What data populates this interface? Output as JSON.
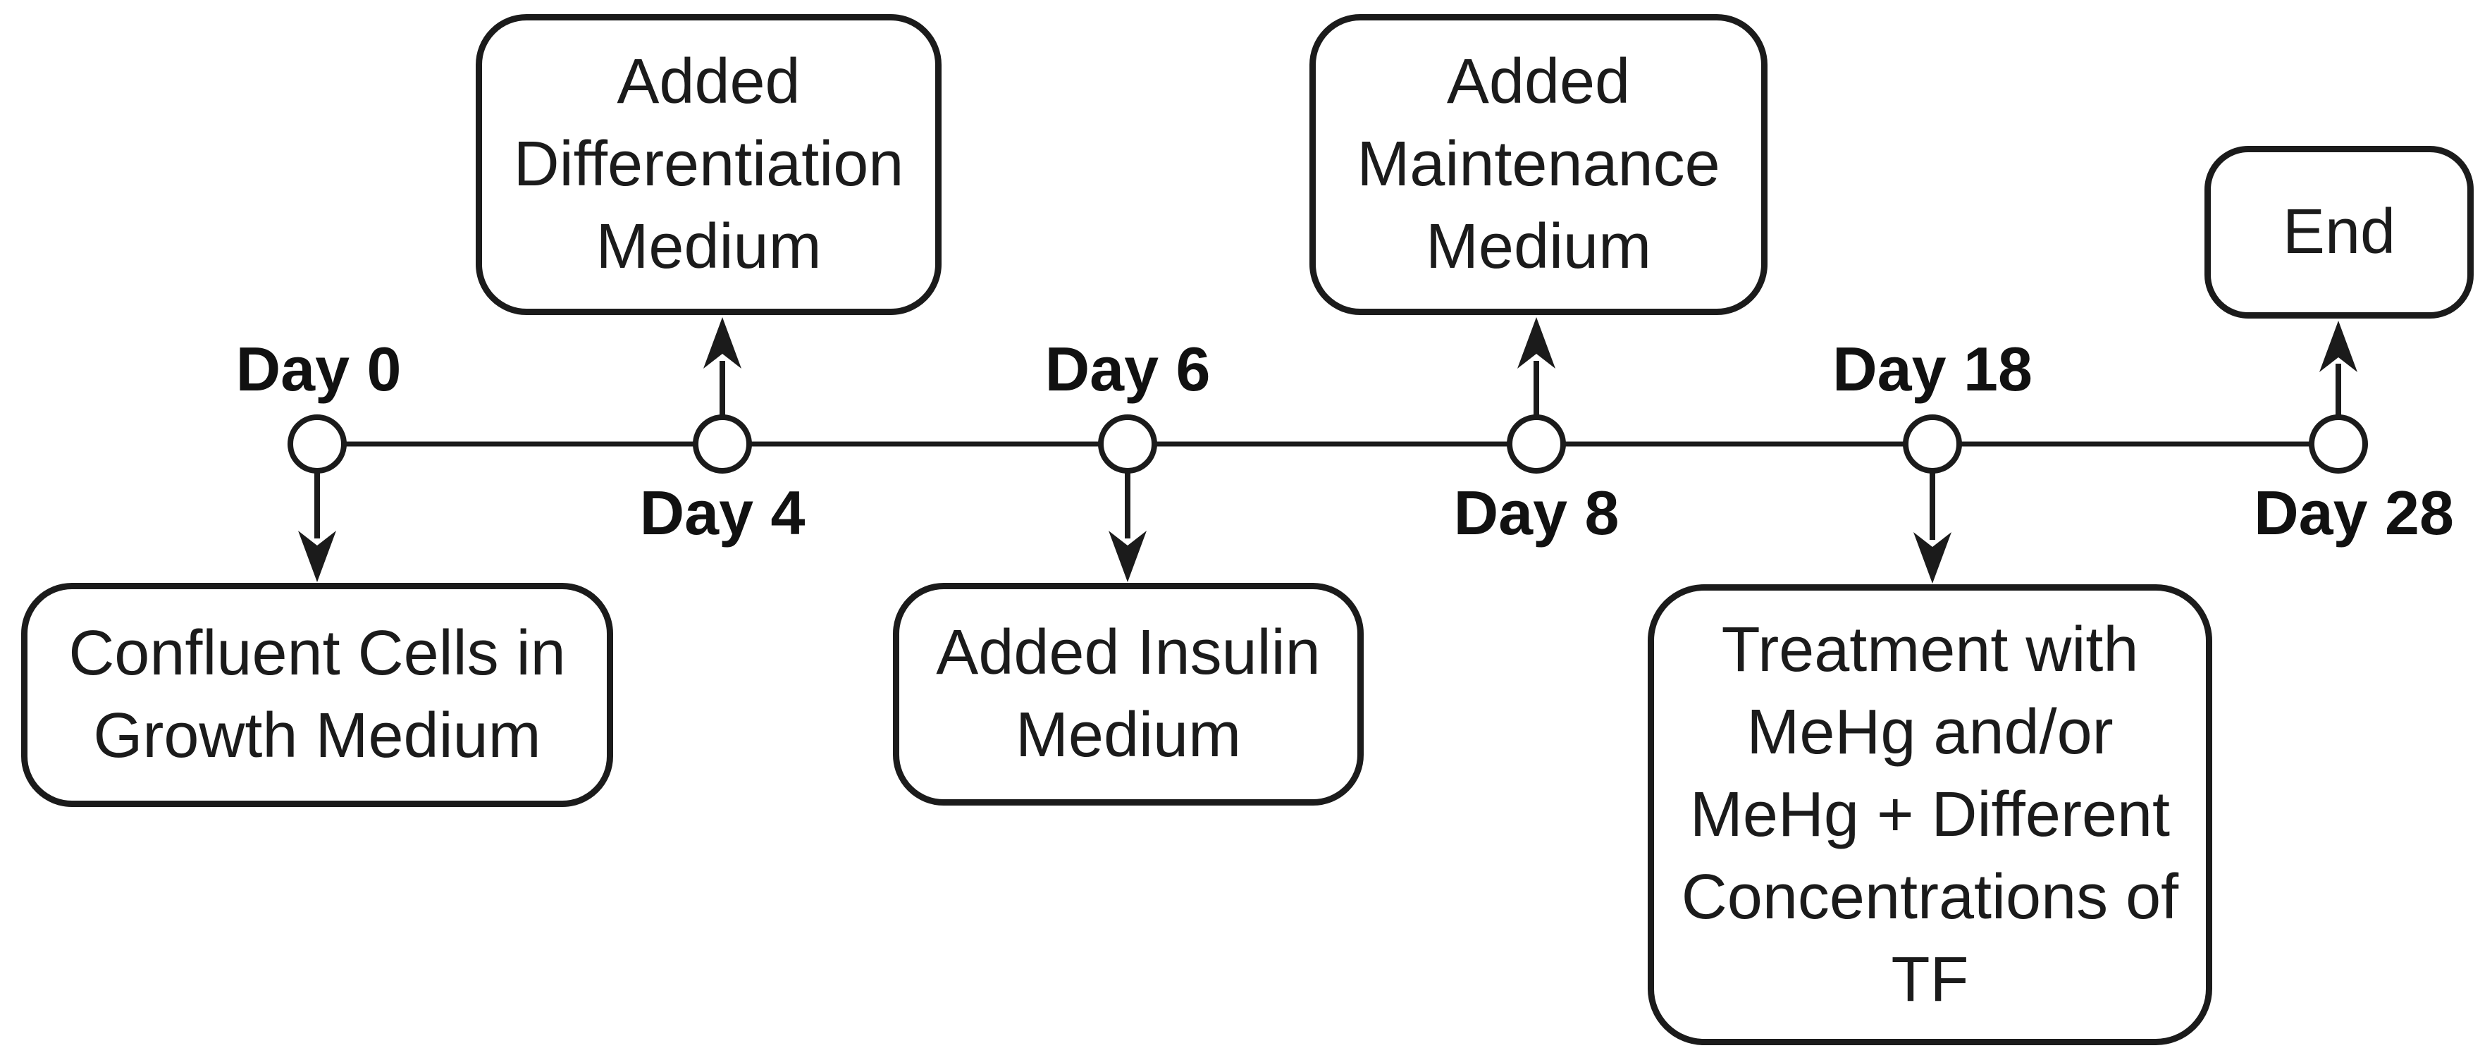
{
  "diagram": {
    "description": "Experimental timeline of cell differentiation and treatment protocol",
    "colors": {
      "stroke": "#1b1b1b",
      "text": "#1b1b1b",
      "background": "#ffffff"
    },
    "timeline": {
      "events": [
        {
          "day_label": "Day 0",
          "day_label_position": "above",
          "box_position": "below",
          "box_text": "Confluent Cells in\nGrowth Medium"
        },
        {
          "day_label": "Day 4",
          "day_label_position": "below",
          "box_position": "above",
          "box_text": "Added\nDifferentiation\nMedium"
        },
        {
          "day_label": "Day 6",
          "day_label_position": "above",
          "box_position": "below",
          "box_text": "Added Insulin\nMedium"
        },
        {
          "day_label": "Day 8",
          "day_label_position": "below",
          "box_position": "above",
          "box_text": "Added\nMaintenance\nMedium"
        },
        {
          "day_label": "Day 18",
          "day_label_position": "above",
          "box_position": "below",
          "box_text": "Treatment with\nMeHg and/or\nMeHg + Different\nConcentrations of\nTF"
        },
        {
          "day_label": "Day 28",
          "day_label_position": "below",
          "box_position": "above",
          "box_text": "End"
        }
      ]
    }
  }
}
